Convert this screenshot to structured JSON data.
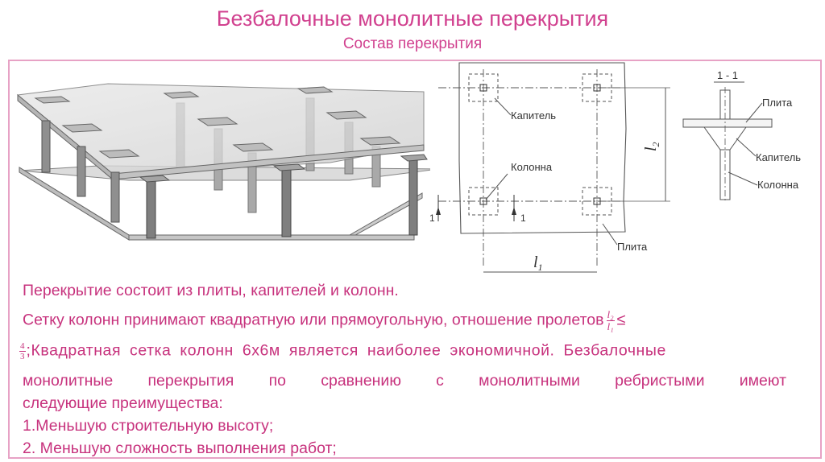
{
  "header": {
    "title": "Безбалочные монолитные перекрытия",
    "subtitle": "Состав перекрытия"
  },
  "plan": {
    "capital_label": "Капитель",
    "column_label": "Колонна",
    "slab_label": "Плита",
    "dim_l2_main": "l",
    "dim_l2_sub": "2",
    "dim_l1_main": "l",
    "dim_l1_sub": "1",
    "cut_mark_left": "1",
    "cut_mark_right": "1"
  },
  "section": {
    "title": "1 - 1",
    "slab_label": "Плита",
    "capital_label": "Капитель",
    "column_label": "Колонна"
  },
  "text": {
    "line1": "Перекрытие состоит из плиты, капителей и колонн.",
    "line2a": "Сетку колонн принимают квадратную или прямоугольную, отношение пролетов",
    "frac1_num": "l₂",
    "frac1_den": "l₁",
    "leq": "≤",
    "frac2_num": "4",
    "frac2_den": "3",
    "line3b": ";Квадратная сетка колонн 6х6м является наиболее экономичной. Безбалочные",
    "line4": "монолитные перекрытия по сравнению с монолитными ребристыми имеют",
    "line5": "следующие преимущества:",
    "line6": "1.Меньшую строительную высоту;",
    "line7": "2. Меньшую сложность выполнения работ;"
  }
}
